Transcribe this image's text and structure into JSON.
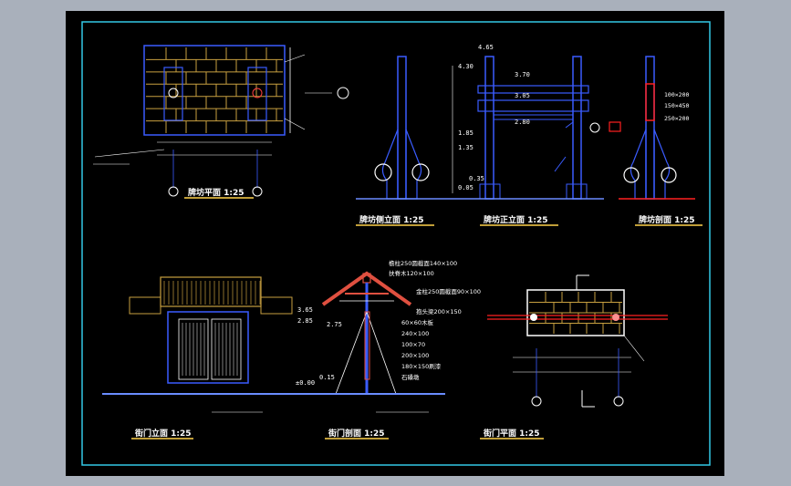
{
  "colors": {
    "background": "#000000",
    "frame": "#32c8e6",
    "structure": "#3a5cff",
    "brick": "#c8a040",
    "roof": "#e05040",
    "text_white": "#ffffff",
    "text_yellow": "#ffd24a",
    "ground": "#6a8cff",
    "red": "#ff2020"
  },
  "titles": {
    "paifang_plan": "牌坊平面 1:25",
    "paifang_side": "牌坊侧立面 1:25",
    "paifang_front": "牌坊正立面 1:25",
    "paifang_section": "牌坊剖面  1:25",
    "gate_front": "街门立面  1:25",
    "gate_section": "街门剖面  1:25",
    "gate_plan": "街门平面  1:25"
  },
  "elevations": [
    "4.65",
    "4.30",
    "3.70",
    "3.05",
    "2.80",
    "1.85",
    "1.35",
    "0.35",
    "0.05"
  ],
  "gate_elevations": [
    "3.65",
    "2.85",
    "2.75",
    "±0.00",
    "0.15"
  ],
  "section_labels": [
    "100×200",
    "150×450",
    "250×200"
  ],
  "gate_notes": [
    "檐柱250圆截面140×100",
    "扶脊木120×100",
    "金柱250圆截面90×100",
    "抱头梁200×150",
    "60×60木板",
    "240×100",
    "100×70",
    "200×100",
    "180×150刷漆",
    "石磉墩"
  ]
}
